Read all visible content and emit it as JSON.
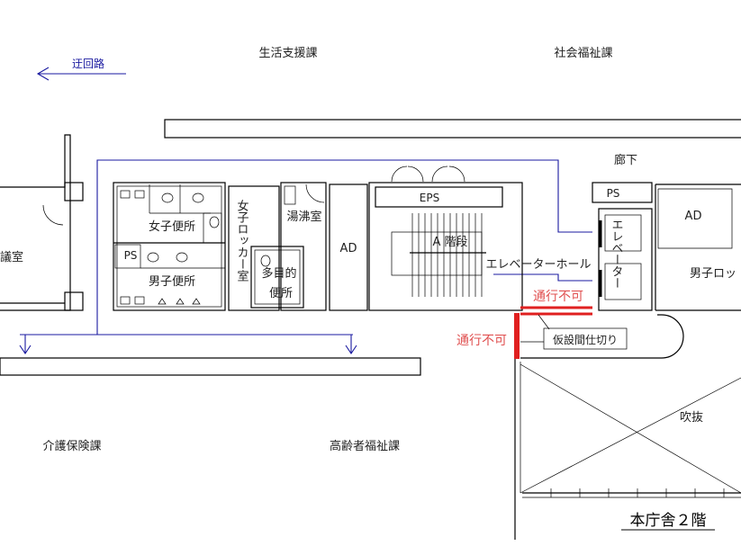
{
  "title": "本庁舎２階",
  "detour": {
    "label": "迂回路"
  },
  "departments": {
    "top_left": "生活支援課",
    "top_right": "社会福祉課",
    "bottom_left": "介護保険課",
    "bottom_center": "高齢者福祉課"
  },
  "rooms": {
    "corridor": "廊下",
    "meeting_room_partial": "議室",
    "womens_restroom": "女子便所",
    "ps_left": "PS",
    "mens_restroom": "男子便所",
    "womens_locker": "女子ロッカー室",
    "kitchenette": "湯沸室",
    "multipurpose_line1": "多目的",
    "multipurpose_line2": "便所",
    "ad_left": "AD",
    "eps": "EPS",
    "stairs": "A 階段",
    "elevator_hall": "エレベーターホール",
    "elevator": "エレベーター",
    "ps_right": "PS",
    "ad_right": "AD",
    "mens_locker_partial": "男子ロッ",
    "atrium": "吹抜"
  },
  "notices": {
    "no_passage_1": "通行不可",
    "no_passage_2": "通行不可",
    "temp_partition": "仮設間仕切り"
  },
  "colors": {
    "route": "#1a1aa0",
    "blocked": "#e02020",
    "notice_text": "#e05050"
  }
}
